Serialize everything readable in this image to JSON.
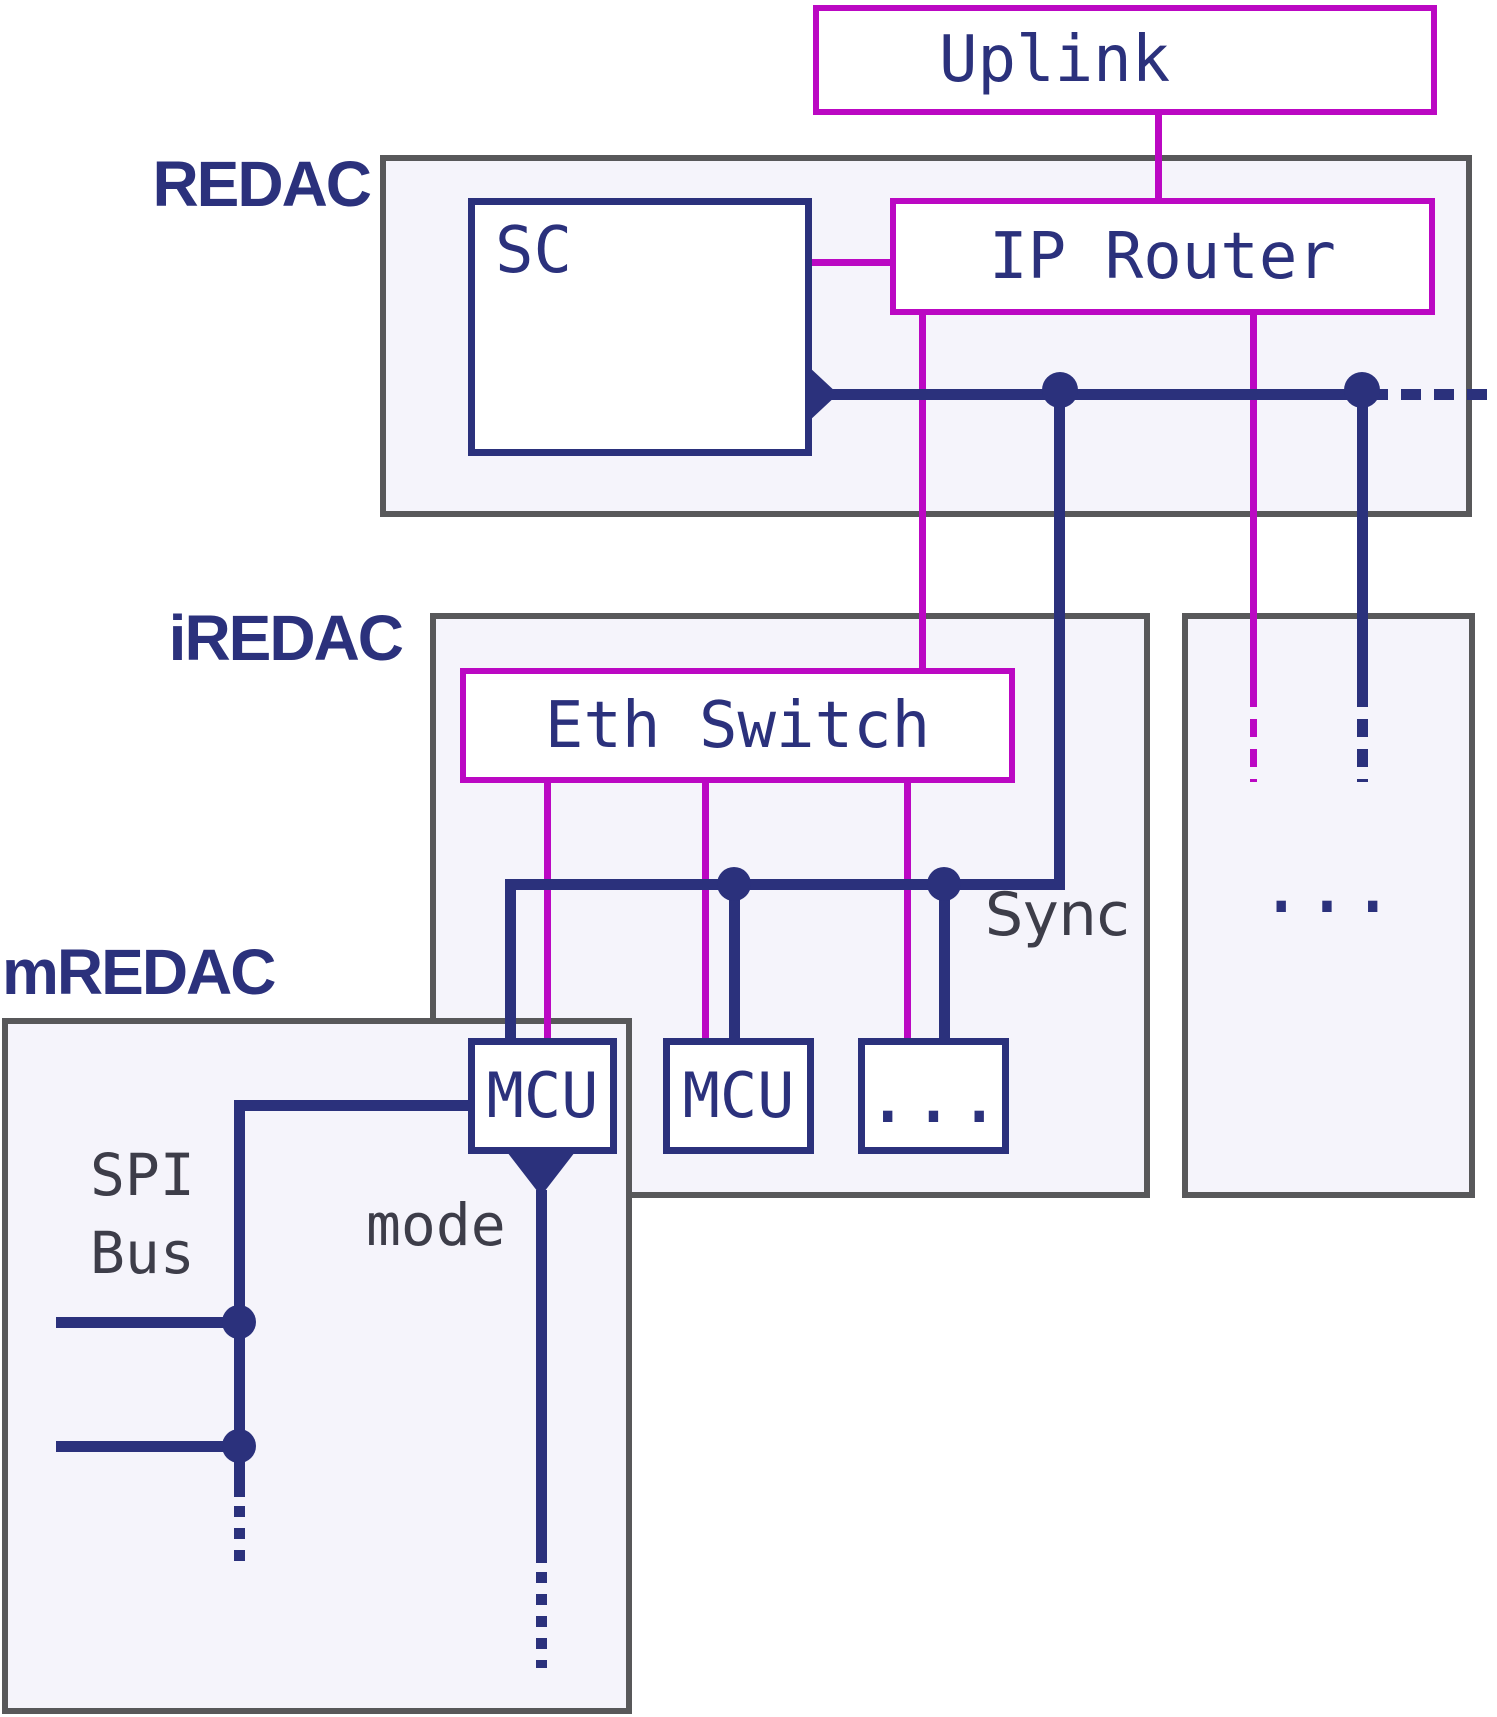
{
  "diagram_title": "REDAC system hierarchy diagram",
  "groups": {
    "redac": {
      "label": "REDAC"
    },
    "iredac": {
      "label": "iREDAC"
    },
    "mredac": {
      "label": "mREDAC"
    }
  },
  "nodes": {
    "uplink": {
      "label": "Uplink"
    },
    "sc": {
      "label": "SC"
    },
    "ip_router": {
      "label": "IP Router"
    },
    "eth_switch": {
      "label": "Eth Switch"
    },
    "mcu_1": {
      "label": "MCU"
    },
    "mcu_2": {
      "label": "MCU"
    },
    "mcu_more": {
      "label": "..."
    },
    "modules_more": {
      "label": "..."
    }
  },
  "annotations": {
    "sync": "Sync",
    "spi_line1": "SPI",
    "spi_line2": "Bus",
    "mode": "mode"
  },
  "colors": {
    "navy": "#2b317c",
    "magenta": "#bb08c3",
    "container_border": "#58585a",
    "container_fill": "#f5f4fb",
    "annotation_text": "#3d3d49"
  }
}
